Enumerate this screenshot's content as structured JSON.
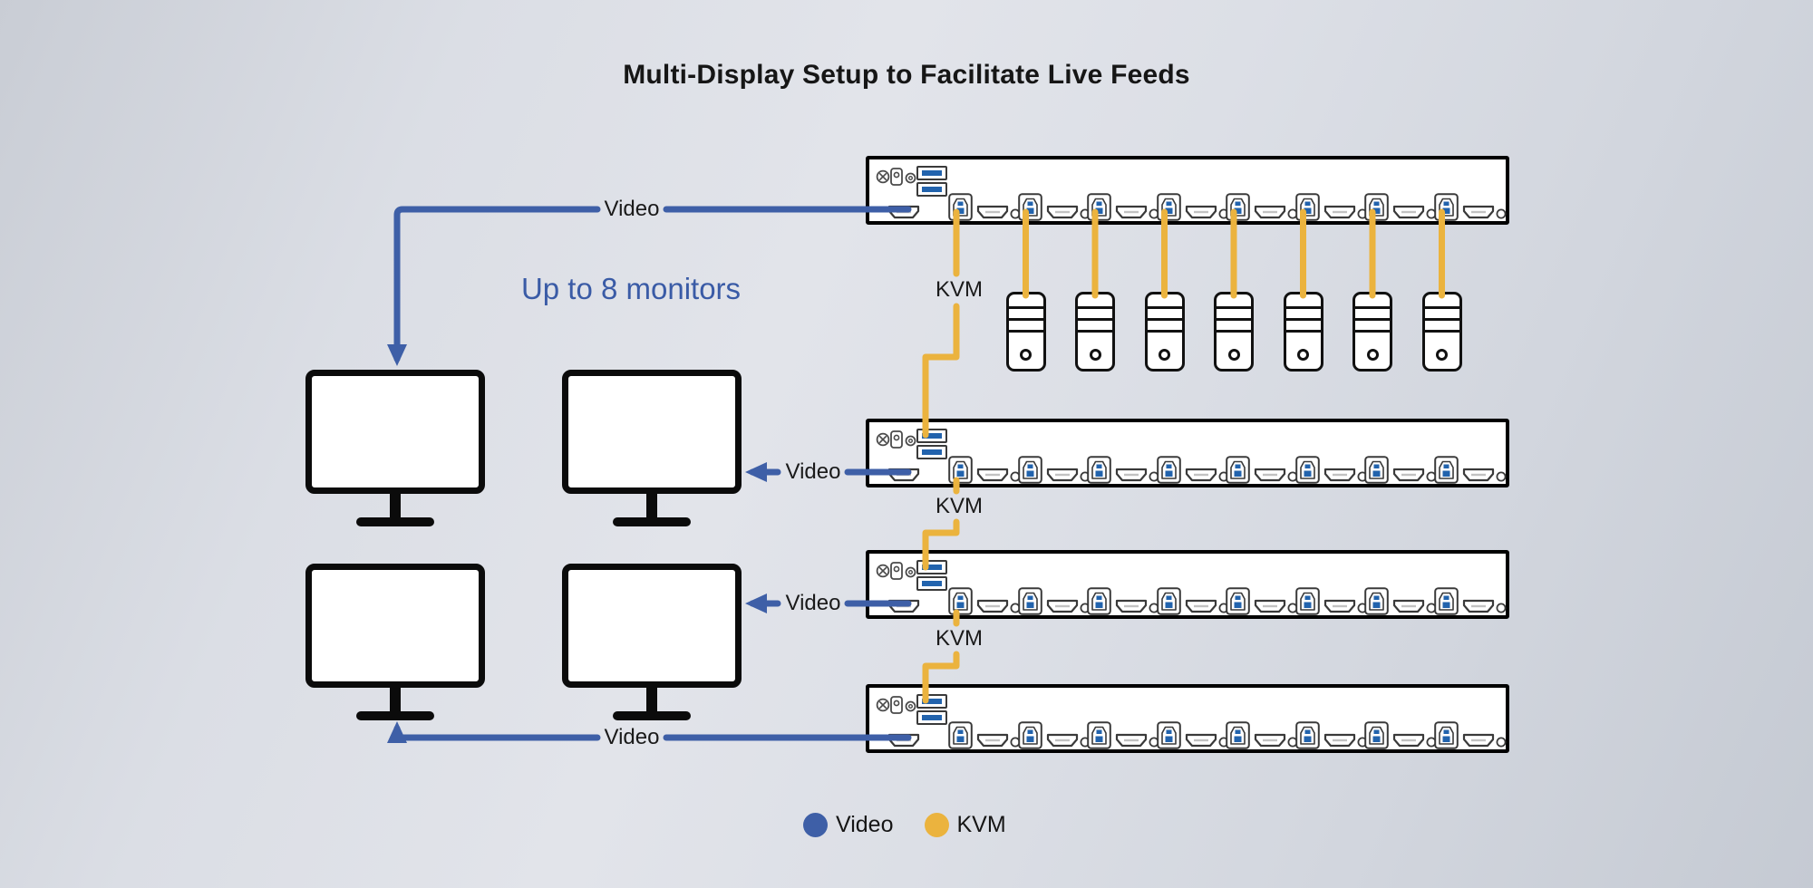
{
  "title": "Multi-Display Setup to Facilitate Live Feeds",
  "annotation": "Up to 8 monitors",
  "labels": {
    "video": "Video",
    "kvm": "KVM"
  },
  "legend": {
    "items": [
      {
        "label": "Video",
        "color": "#3e5fa7"
      },
      {
        "label": "KVM",
        "color": "#ebb33e"
      }
    ]
  },
  "colors": {
    "video_line": "#3e5fa7",
    "kvm_line": "#ebb33e",
    "device_outline": "#000000",
    "port_blue": "#2263ad",
    "annotation_blue": "#3a5ba6"
  },
  "devices": {
    "kvm_switches": {
      "count": 4,
      "ports_per_switch": 8
    },
    "computers": {
      "count": 7
    },
    "monitors": {
      "count": 4
    }
  }
}
